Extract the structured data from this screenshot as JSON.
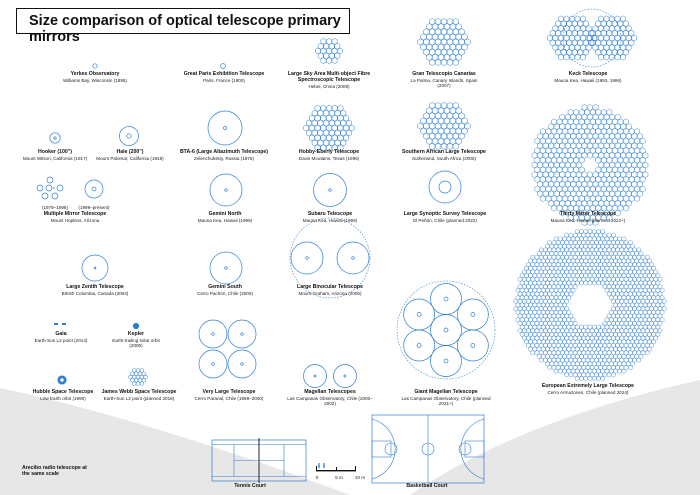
{
  "title": "Size comparison of optical telescope primary mirrors",
  "colors": {
    "mirror": "#2f7fd0",
    "gray": "#d6d6d6",
    "ink": "#111111",
    "court_line": "#2f7fd0"
  },
  "telescopes": [
    {
      "key": "yerkes",
      "name": "Yerkes Observatory",
      "sub": "Williams Bay, Wisconsin (1895)"
    },
    {
      "key": "paris",
      "name": "Great Paris Exhibition Telescope",
      "sub": "Paris, France (1900)"
    },
    {
      "key": "lamost",
      "name": "Large Sky Area Multi-object Fibre Spectroscopic Telescope",
      "sub": "Hebei, China (2009)"
    },
    {
      "key": "gtc",
      "name": "Gran Telescopio Canarias",
      "sub": "La Palma, Canary Islands, Spain (2007)"
    },
    {
      "key": "keck",
      "name": "Keck Telescope",
      "sub": "Mauna Kea, Hawaii (1993, 1996)"
    },
    {
      "key": "hooker",
      "name": "Hooker (100\")",
      "sub": "Mount Wilson, California (1917)"
    },
    {
      "key": "hale",
      "name": "Hale (200\")",
      "sub": "Mount Palomar, California (1948)"
    },
    {
      "key": "bta6",
      "name": "BTA-6 (Large Altazimuth Telescope)",
      "sub": "Zelenchukskiy, Russia (1975)"
    },
    {
      "key": "het",
      "name": "Hobby-Eberly Telescope",
      "sub": "Davis Moutains, Texas (1996)"
    },
    {
      "key": "salt",
      "name": "Southern African Large Telescope",
      "sub": "Sutherland, South Africa (2005)"
    },
    {
      "key": "mmt",
      "name": "Multiple Mirror Telescope",
      "sub": "Mount Hopkins, Arizona"
    },
    {
      "key": "gemini_n",
      "name": "Gemini North",
      "sub": "Mauna Kea, Hawaii (1999)"
    },
    {
      "key": "subaru",
      "name": "Subaru Telescope",
      "sub": "Mauna Kea, Hawaii (1999)"
    },
    {
      "key": "lsst",
      "name": "Large Synoptic Survey Telescope",
      "sub": "El Peñón, Chile (planned 2022)"
    },
    {
      "key": "tmt",
      "name": "Thirty Meter Telescope",
      "sub": "Mauna Kea, Hawaii (planned 2022+)"
    },
    {
      "key": "lzt",
      "name": "Large Zenith Telescope",
      "sub": "British Columbia, Canada (2003)"
    },
    {
      "key": "gemini_s",
      "name": "Gemini South",
      "sub": "Cerro Pachón, Chile (2000)"
    },
    {
      "key": "lbt",
      "name": "Large Binocular Telescope",
      "sub": "Mount Graham, Arizona (2005)"
    },
    {
      "key": "gaia",
      "name": "Gaia",
      "sub": "Earth-Sun L2 point (2014)"
    },
    {
      "key": "kepler",
      "name": "Kepler",
      "sub": "Earth-trailing solar orbit (2009)"
    },
    {
      "key": "hubble",
      "name": "Hubble Space Telescope",
      "sub": "Low Earth orbit (1990)"
    },
    {
      "key": "jwst",
      "name": "James Webb Space Telescope",
      "sub": "Earth-Sun L2 point (planned 2018)"
    },
    {
      "key": "vlt",
      "name": "Very Large Telescope",
      "sub": "Cerro Paranal, Chile (1998–2000)"
    },
    {
      "key": "magellan",
      "name": "Magellan Telescopes",
      "sub": "Las Campanas Observatory, Chile (2000–2002)"
    },
    {
      "key": "gmt",
      "name": "Giant Magellan Telescope",
      "sub": "Las Campanas Observatory, Chile (planned 2021+)"
    },
    {
      "key": "eelt",
      "name": "European Extremely Large Telescope",
      "sub": "Cerro Armazones, Chile (planned 2024)"
    }
  ],
  "mmt_labels": [
    "(1979–1998)",
    "(1999–present)"
  ],
  "arecibo": "Arecibo radio telescope at the same scale",
  "tennis": "Tennis Court",
  "basketball": "Basketball Court",
  "scale": [
    "0",
    "5 m",
    "10 m"
  ]
}
